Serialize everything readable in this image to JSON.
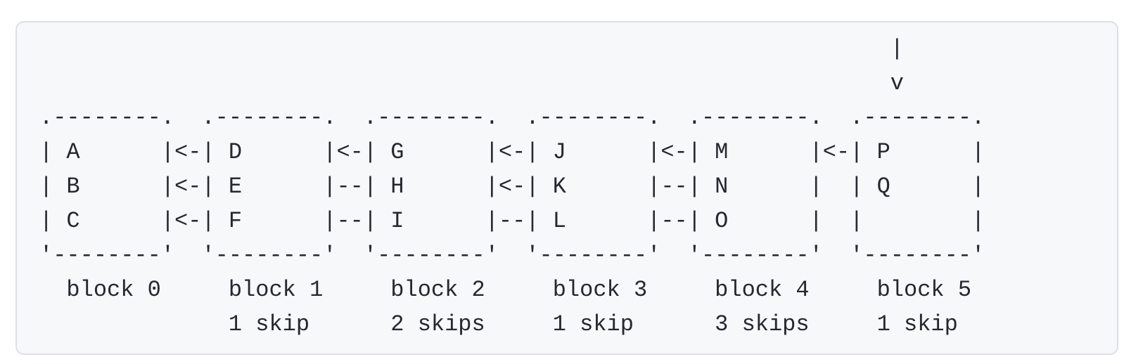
{
  "code_block": {
    "lines": [
      "                                                               |",
      "                                                               v",
      ".--------.  .--------.  .--------.  .--------.  .--------.  .--------.",
      "| A      |<-| D      |<-| G      |<-| J      |<-| M      |<-| P      |",
      "| B      |<-| E      |--| H      |<-| K      |--| N      |  | Q      |",
      "| C      |<-| F      |--| I      |--| L      |--| O      |  |        |",
      "'--------'  '--------'  '--------'  '--------'  '--------'  '--------'",
      "  block 0     block 1     block 2     block 3     block 4     block 5",
      "              1 skip      2 skips     1 skip      3 skips     1 skip"
    ]
  },
  "blocks": [
    {
      "label": "block 0",
      "skip_label": "",
      "entries": [
        "A",
        "B",
        "C"
      ]
    },
    {
      "label": "block 1",
      "skip_label": "1 skip",
      "entries": [
        "D",
        "E",
        "F"
      ]
    },
    {
      "label": "block 2",
      "skip_label": "2 skips",
      "entries": [
        "G",
        "H",
        "I"
      ]
    },
    {
      "label": "block 3",
      "skip_label": "1 skip",
      "entries": [
        "J",
        "K",
        "L"
      ]
    },
    {
      "label": "block 4",
      "skip_label": "3 skips",
      "entries": [
        "M",
        "N",
        "O"
      ]
    },
    {
      "label": "block 5",
      "skip_label": "1 skip",
      "entries": [
        "P",
        "Q"
      ]
    }
  ],
  "pointer": {
    "stem": "|",
    "arrowhead": "v",
    "points_at": "block 5"
  },
  "colors": {
    "page_background": "#ffffff",
    "code_background": "#f6f8fa",
    "code_border": "#dbe0e6",
    "text": "#24292f"
  }
}
